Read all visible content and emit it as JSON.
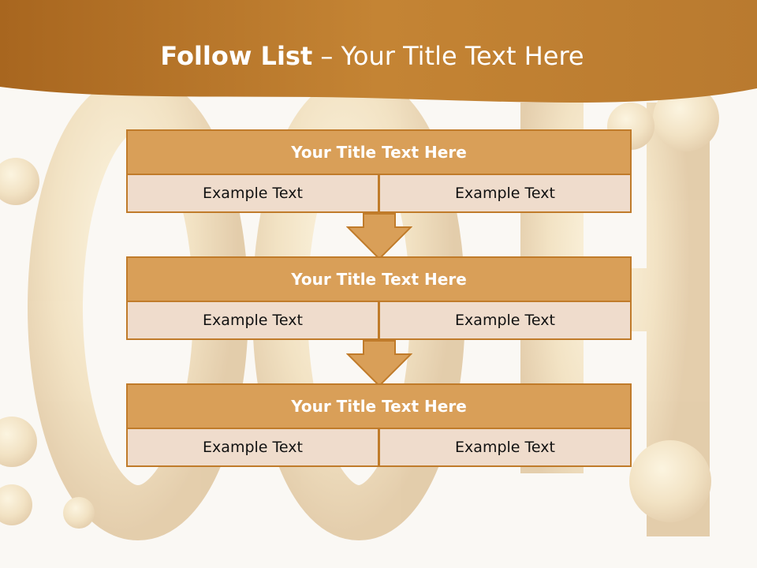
{
  "slide": {
    "title_bold": "Follow List",
    "title_rest": " – Your Title Text Here"
  },
  "steps": [
    {
      "title": "Your Title Text Here",
      "left": "Example Text",
      "right": "Example Text"
    },
    {
      "title": "Your Title Text Here",
      "left": "Example Text",
      "right": "Example Text"
    },
    {
      "title": "Your Title Text Here",
      "left": "Example Text",
      "right": "Example Text"
    }
  ],
  "colors": {
    "header_band": "#b8782c",
    "block_header": "#d99f58",
    "block_cell": "#efdccc",
    "border": "#c07b2a"
  }
}
